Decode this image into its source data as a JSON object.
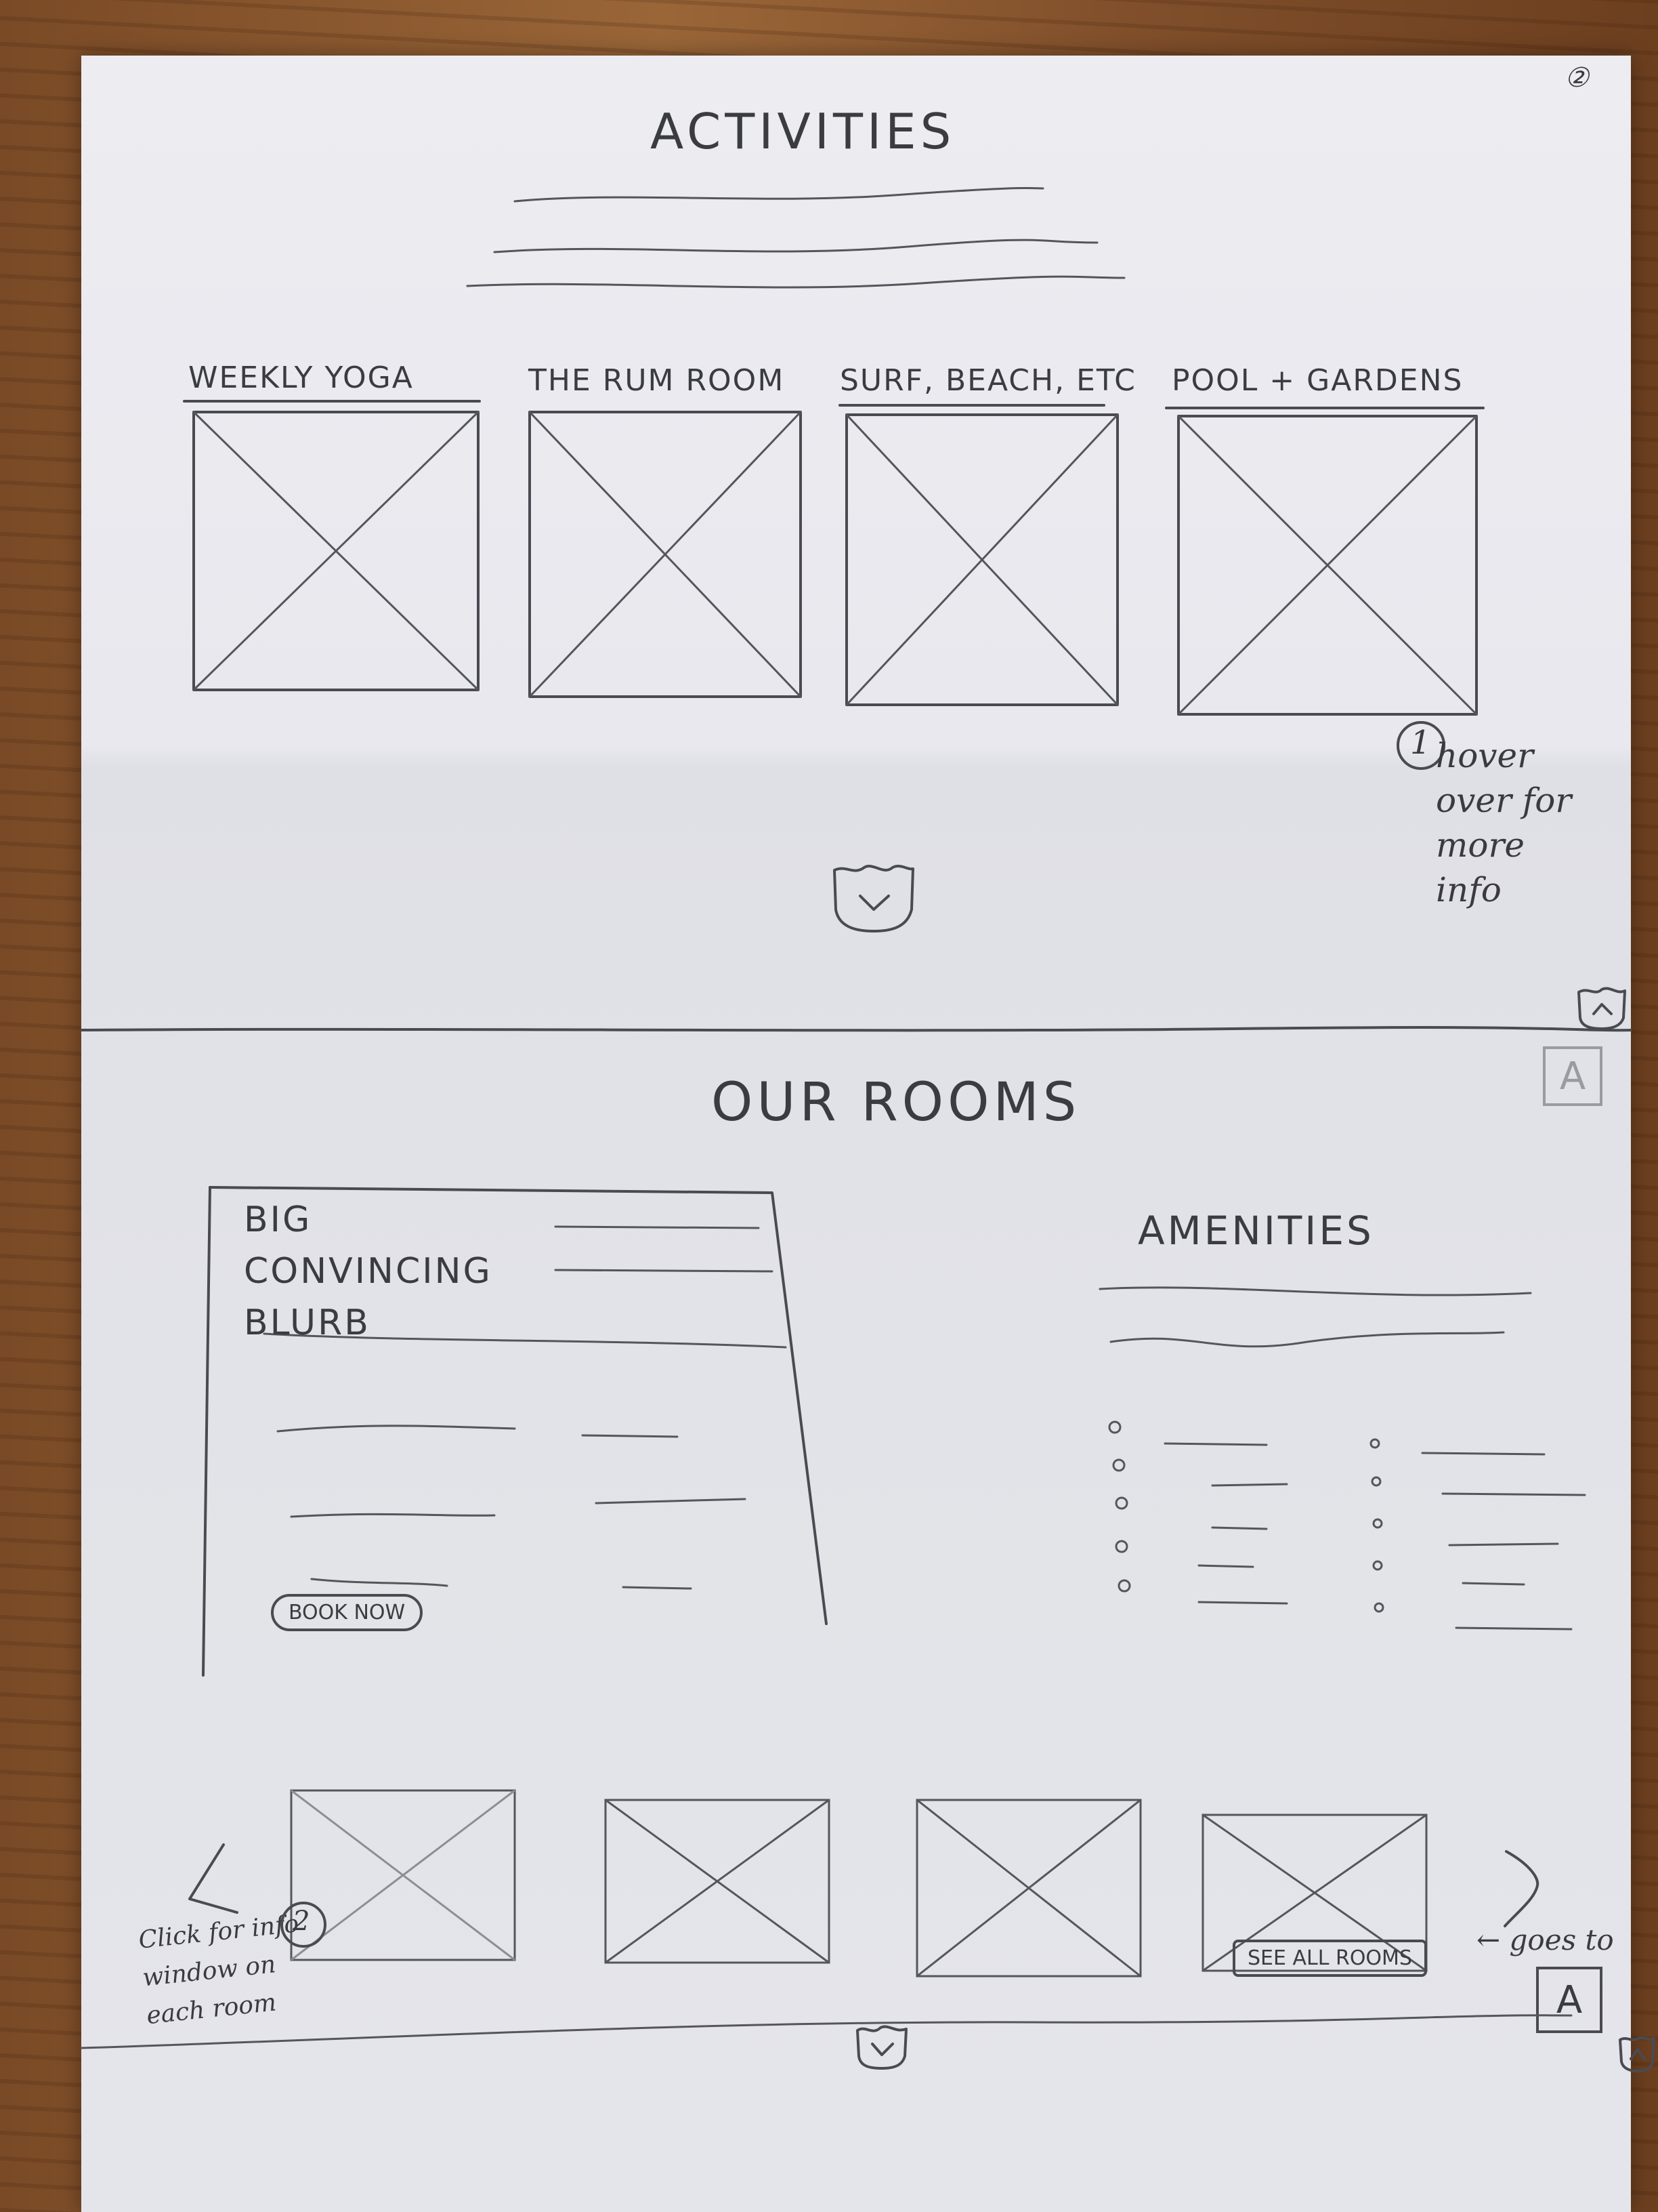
{
  "page_marker": "②",
  "activities": {
    "title": "ACTIVITIES",
    "tiles": [
      {
        "title": "WEEKLY YOGA"
      },
      {
        "title": "THE RUM ROOM"
      },
      {
        "title": "SURF, BEACH, ETC"
      },
      {
        "title": "POOL + GARDENS"
      }
    ],
    "note_number": "1",
    "note_text": "hover over for more info"
  },
  "rooms": {
    "title": "OUR ROOMS",
    "blurb_title": "BIG CONVINCING BLURB",
    "book_label": "BOOK NOW",
    "amenities_title": "AMENITIES",
    "see_all_label": "SEE ALL ROOMS",
    "note_number": "2",
    "note_text": "Click for info window on each room",
    "goes_to_note": "← goes to",
    "goes_to_box": "A",
    "small_box": "A"
  },
  "icons": {
    "down_chevron": "chevron-down-icon",
    "up_chevron": "chevron-up-icon",
    "prev": "chevron-left-icon",
    "next": "chevron-right-icon"
  }
}
